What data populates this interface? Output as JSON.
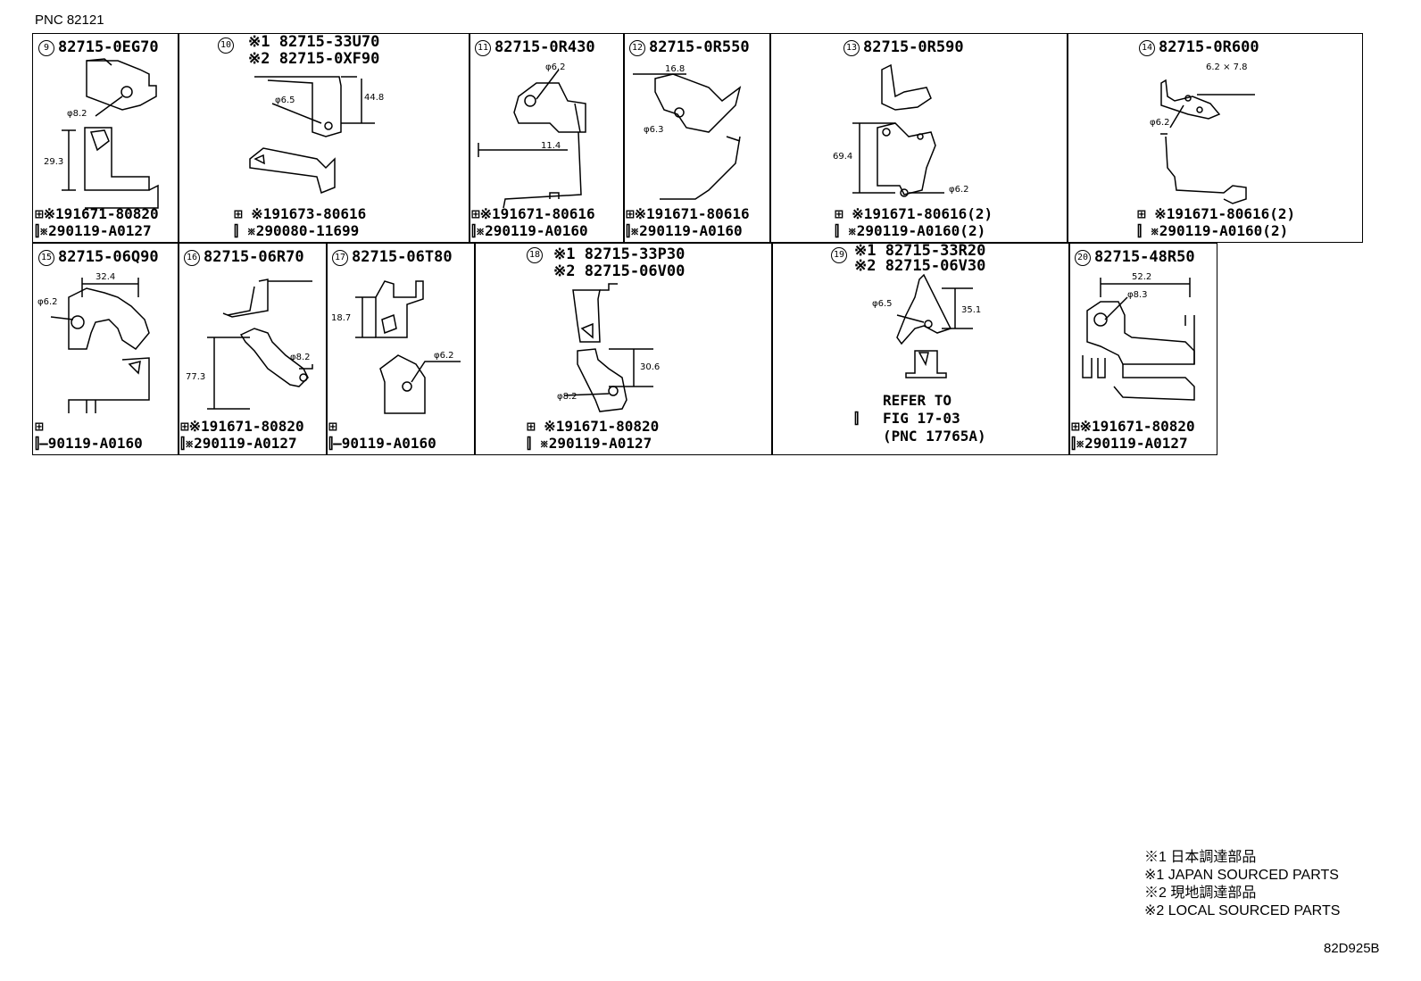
{
  "pnc": "PNC 82121",
  "doc_id": "82D925B",
  "notes": [
    "※1 日本調達部品",
    "※1 JAPAN SOURCED PARTS",
    "※2 現地調達部品",
    "※2 LOCAL SOURCED PARTS"
  ],
  "cells": {
    "c9": {
      "num": "9",
      "part": "82715-0EG70",
      "dims": [
        "φ8.2",
        "29.3"
      ],
      "b1": "※191671-80820",
      "b2": "※290119-A0127"
    },
    "c10": {
      "num": "10",
      "part1": "※1 82715-33U70",
      "part2": "※2 82715-0XF90",
      "dims": [
        "φ6.5",
        "44.8"
      ],
      "b1": "※191673-80616",
      "b2": "※290080-11699"
    },
    "c11": {
      "num": "11",
      "part": "82715-0R430",
      "dims": [
        "φ6.2",
        "11.4"
      ],
      "b1": "※191671-80616",
      "b2": "※290119-A0160"
    },
    "c12": {
      "num": "12",
      "part": "82715-0R550",
      "dims": [
        "16.8",
        "φ6.3"
      ],
      "b1": "※191671-80616",
      "b2": "※290119-A0160"
    },
    "c13": {
      "num": "13",
      "part": "82715-0R590",
      "dims": [
        "69.4",
        "φ6.2"
      ],
      "b1": "※191671-80616(2)",
      "b2": "※290119-A0160(2)"
    },
    "c14": {
      "num": "14",
      "part": "82715-0R600",
      "dims": [
        "6.2 × 7.8",
        "φ6.2"
      ],
      "b1": "※191671-80616(2)",
      "b2": "※290119-A0160(2)"
    },
    "c15": {
      "num": "15",
      "part": "82715-06Q90",
      "dims": [
        "32.4",
        "φ6.2"
      ],
      "b1": "90119-A0160"
    },
    "c16": {
      "num": "16",
      "part": "82715-06R70",
      "dims": [
        "77.3",
        "φ8.2"
      ],
      "b1": "※191671-80820",
      "b2": "※290119-A0127"
    },
    "c17": {
      "num": "17",
      "part": "82715-06T80",
      "dims": [
        "18.7",
        "φ6.2"
      ],
      "b1": "90119-A0160"
    },
    "c18": {
      "num": "18",
      "part1": "※1 82715-33P30",
      "part2": "※2 82715-06V00",
      "dims": [
        "30.6",
        "φ8.2"
      ],
      "b1": "※191671-80820",
      "b2": "※290119-A0127"
    },
    "c19": {
      "num": "19",
      "part1": "※1 82715-33R20",
      "part2": "※2 82715-06V30",
      "dims": [
        "φ6.5",
        "35.1"
      ],
      "refer": [
        "REFER TO",
        "FIG 17-03",
        "(PNC 17765A)"
      ]
    },
    "c20": {
      "num": "20",
      "part": "82715-48R50",
      "dims": [
        "52.2",
        "φ8.3"
      ],
      "b1": "※191671-80820",
      "b2": "※290119-A0127"
    }
  },
  "icons": [
    "bolt-icon",
    "circled-number-icon"
  ]
}
